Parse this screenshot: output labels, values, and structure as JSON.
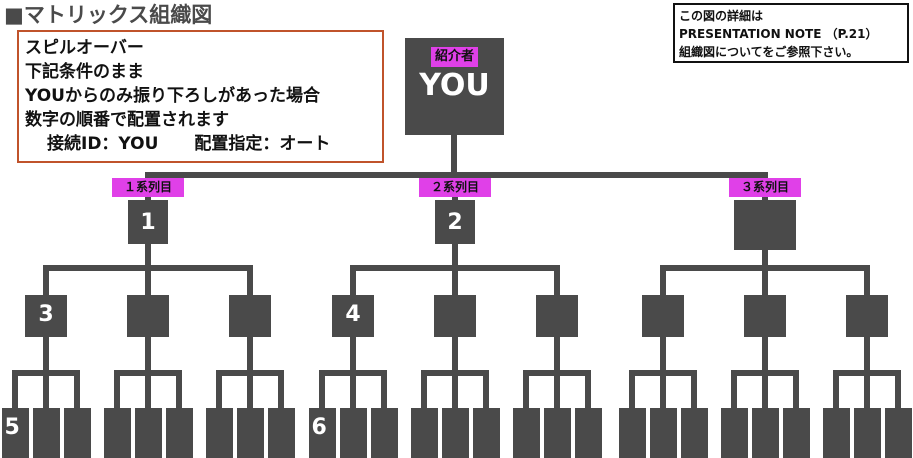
{
  "title": "■マトリックス組織図",
  "description": {
    "line1": "スピルオーバー",
    "line2": "下記条件のまま",
    "line3": "YOUからのみ振り下ろしがあった場合",
    "line4": "数字の順番で配置されます",
    "connection_id": "接続ID：YOU",
    "placement": "配置指定：オート"
  },
  "note": {
    "line1": "この図の詳細は",
    "line2": "PRESENTATION NOTE （P.21）",
    "line3": "組織図についてをご参照下さい。"
  },
  "root": {
    "tag": "紹介者",
    "label": "YOU"
  },
  "series_tags": [
    "１系列目",
    "２系列目",
    "３系列目"
  ],
  "level1_labels": [
    "1",
    "2",
    ""
  ],
  "level2_labels": [
    "3",
    "",
    "",
    "4",
    "",
    "",
    "",
    "",
    ""
  ],
  "level3_labels": [
    "5",
    "",
    "",
    "",
    "",
    "",
    "",
    "",
    "",
    "6",
    "",
    "",
    "",
    "",
    "",
    "",
    "",
    "",
    "",
    "",
    "",
    "",
    "",
    "",
    "",
    "",
    ""
  ],
  "colors": {
    "node": "#4a4a4a",
    "tag": "#e040e8",
    "description_border": "#c0532b",
    "note_border": "#111111"
  }
}
